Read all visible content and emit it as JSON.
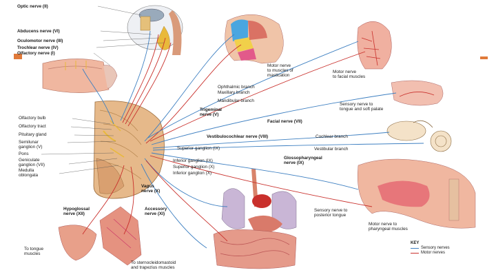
{
  "labels": {
    "optic": "Optic nerve (II)",
    "abducens": "Abducens nerve (VI)",
    "oculomotor": "Oculomotor nerve (III)",
    "trochlear": "Trochlear nerve (IV)",
    "olfactory": "Olfactory nerve (I)",
    "olf_bulb": "Olfactory bulb",
    "olf_tract": "Olfactory tract",
    "pituitary": "Pituitary gland",
    "semilunar_1": "Semilunar",
    "semilunar_2": "ganglion (V)",
    "pons": "Pons",
    "geniculate_1": "Geniculate",
    "geniculate_2": "ganglion (VII)",
    "medulla_1": "Medulla",
    "medulla_2": "oblongata",
    "motor_mastication_1": "Motor nerve",
    "motor_mastication_2": "to muscles of",
    "motor_mastication_3": "mastication",
    "motor_facial_1": "Motor nerve",
    "motor_facial_2": "to facial muscles",
    "ophthalmic": "Ophthalmic branch",
    "maxillary": "Maxillary branch",
    "mandibular": "Mandibular branch",
    "trigeminal_1": "Trigeminal",
    "trigeminal_2": "nerve (V)",
    "sensory_tongue_1": "Sensory nerve to",
    "sensory_tongue_2": "tongue and soft palate",
    "facial": "Facial nerve (VII)",
    "vestibulocochlear": "Vestibulocochlear nerve (VIII)",
    "cochlear": "Cochlear branch",
    "vestibular": "Vestibular branch",
    "superior_ix": "Superior ganglion (IX)",
    "inferior_ix": "Inferior ganglion (IX)",
    "superior_x": "Superior ganglion (X)",
    "inferior_x": "Inferior ganglion (X)",
    "glosso_1": "Glossopharyngeal",
    "glosso_2": "nerve (IX)",
    "vagus_1": "Vagus",
    "vagus_2": "nerve (X)",
    "hypoglossal_1": "Hypoglossal",
    "hypoglossal_2": "nerve (XII)",
    "accessory_1": "Accessory",
    "accessory_2": "nerve (XI)",
    "sensory_posterior_1": "Sensory nerve to",
    "sensory_posterior_2": "posterior tongue",
    "motor_pharyngeal_1": "Motor nerve to",
    "motor_pharyngeal_2": "pharyngeal muscles",
    "tongue_1": "To tongue",
    "tongue_2": "muscles",
    "sterno_1": "To sternocleidomastoid",
    "sterno_2": "and trapezius muscles"
  },
  "key": {
    "title": "KEY",
    "sensory": "Sensory nerves",
    "motor": "Motor nerves"
  },
  "colors": {
    "sensory": "#3d7fc1",
    "motor": "#c9302c",
    "accent": "#e07a3a",
    "tissue": "#e8a08a",
    "brain": "#e6b98a",
    "yellow_nerve": "#e9b93a"
  }
}
